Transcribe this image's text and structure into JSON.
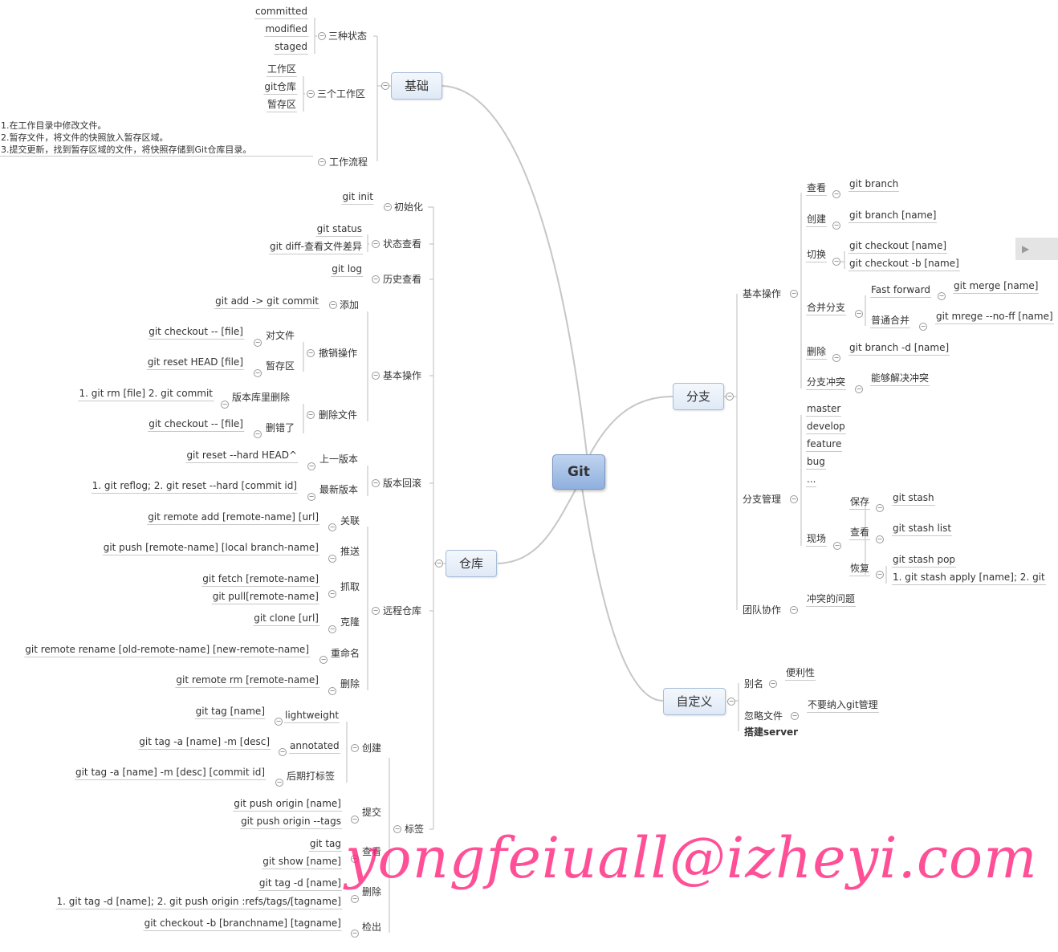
{
  "root": "Git",
  "watermark": "yongfeiuall@izheyi.com",
  "side_button": "▶",
  "left": {
    "basics": {
      "label": "基础",
      "three_states": {
        "label": "三种状态",
        "items": [
          "committed",
          "modified",
          "staged"
        ]
      },
      "three_areas": {
        "label": "三个工作区",
        "items": [
          "工作区",
          "git仓库",
          "暂存区"
        ]
      },
      "workflow": {
        "label": "工作流程",
        "text": "1.在工作目录中修改文件。\n2.暂存文件，将文件的快照放入暂存区域。\n3.提交更新，找到暂存区域的文件，将快照存储到Git仓库目录。"
      }
    },
    "repo": {
      "label": "仓库",
      "init": {
        "label": "初始化",
        "items": [
          "git init"
        ]
      },
      "status": {
        "label": "状态查看",
        "items": [
          "git status",
          "git diff-查看文件差异"
        ]
      },
      "history": {
        "label": "历史查看",
        "items": [
          "git log"
        ]
      },
      "basic_ops": {
        "label": "基本操作",
        "add": {
          "label": "添加",
          "items": [
            "git add -> git commit"
          ]
        },
        "undo": {
          "label": "撤销操作",
          "file": {
            "label": "对文件",
            "items": [
              "git checkout -- [file]"
            ]
          },
          "stage": {
            "label": "暂存区",
            "items": [
              "git reset HEAD [file]"
            ]
          }
        },
        "delete": {
          "label": "删除文件",
          "from_repo": {
            "label": "版本库里删除",
            "items": [
              "1. git rm [file] 2. git commit"
            ]
          },
          "mistake": {
            "label": "删错了",
            "items": [
              "git checkout -- [file]"
            ]
          }
        }
      },
      "rollback": {
        "label": "版本回滚",
        "prev": {
          "label": "上一版本",
          "items": [
            "git reset --hard HEAD^"
          ]
        },
        "latest": {
          "label": "最新版本",
          "items": [
            "1. git reflog; 2. git reset --hard [commit id]"
          ]
        }
      },
      "remote": {
        "label": "远程仓库",
        "link": {
          "label": "关联",
          "items": [
            "git remote add [remote-name] [url]"
          ]
        },
        "push": {
          "label": "推送",
          "items": [
            "git push [remote-name] [local branch-name]"
          ]
        },
        "fetch": {
          "label": "抓取",
          "items": [
            "git fetch [remote-name]",
            "git pull[remote-name]"
          ]
        },
        "clone": {
          "label": "克隆",
          "items": [
            "git clone [url]"
          ]
        },
        "rename": {
          "label": "重命名",
          "items": [
            "git remote rename [old-remote-name] [new-remote-name]"
          ]
        },
        "remove": {
          "label": "删除",
          "items": [
            "git remote rm [remote-name]"
          ]
        }
      },
      "tags": {
        "label": "标签",
        "create": {
          "label": "创建",
          "lightweight": {
            "label": "lightweight",
            "items": [
              "git tag [name]"
            ]
          },
          "annotated": {
            "label": "annotated",
            "items": [
              "git tag -a [name] -m [desc]"
            ]
          },
          "later": {
            "label": "后期打标签",
            "items": [
              "git tag -a [name] -m [desc] [commit id]"
            ]
          }
        },
        "submit": {
          "label": "提交",
          "items": [
            "git push origin [name]",
            "git push origin --tags"
          ]
        },
        "view": {
          "label": "查看",
          "items": [
            "git tag",
            "git show [name]"
          ]
        },
        "del": {
          "label": "删除",
          "items": [
            "git tag -d [name]",
            "1. git tag -d [name]; 2. git push origin :refs/tags/[tagname]"
          ]
        },
        "checkout": {
          "label": "检出",
          "items": [
            "git checkout -b [branchname] [tagname]"
          ]
        }
      }
    }
  },
  "right": {
    "branch": {
      "label": "分支",
      "basic": {
        "label": "基本操作",
        "view": {
          "label": "查看",
          "items": [
            "git branch"
          ]
        },
        "create": {
          "label": "创建",
          "items": [
            "git branch [name]"
          ]
        },
        "switch": {
          "label": "切换",
          "items": [
            "git checkout [name]",
            "git checkout -b [name]"
          ]
        },
        "merge": {
          "label": "合并分支",
          "ff": {
            "label": "Fast forward",
            "items": [
              "git merge [name]"
            ]
          },
          "normal": {
            "label": "普通合并",
            "items": [
              "git mrege --no-ff [name]"
            ]
          }
        },
        "delete": {
          "label": "删除",
          "items": [
            "git branch -d [name]"
          ]
        },
        "conflict": {
          "label": "分支冲突",
          "items": [
            "能够解决冲突"
          ]
        }
      },
      "manage": {
        "label": "分支管理",
        "items": [
          "master",
          "develop",
          "feature",
          "bug",
          "..."
        ],
        "scene": {
          "label": "现场",
          "save": {
            "label": "保存",
            "items": [
              "git stash"
            ]
          },
          "view": {
            "label": "查看",
            "items": [
              "git stash list"
            ]
          },
          "restore": {
            "label": "恢复",
            "items": [
              "git stash pop",
              "1. git stash apply [name]; 2. git"
            ]
          }
        }
      },
      "team": {
        "label": "团队协作",
        "items": [
          "冲突的问题"
        ]
      }
    },
    "custom": {
      "label": "自定义",
      "alias": {
        "label": "别名",
        "items": [
          "便利性"
        ]
      },
      "ignore": {
        "label": "忽略文件",
        "items": [
          "不要纳入git管理"
        ]
      },
      "server": {
        "label": "搭建server"
      }
    }
  }
}
